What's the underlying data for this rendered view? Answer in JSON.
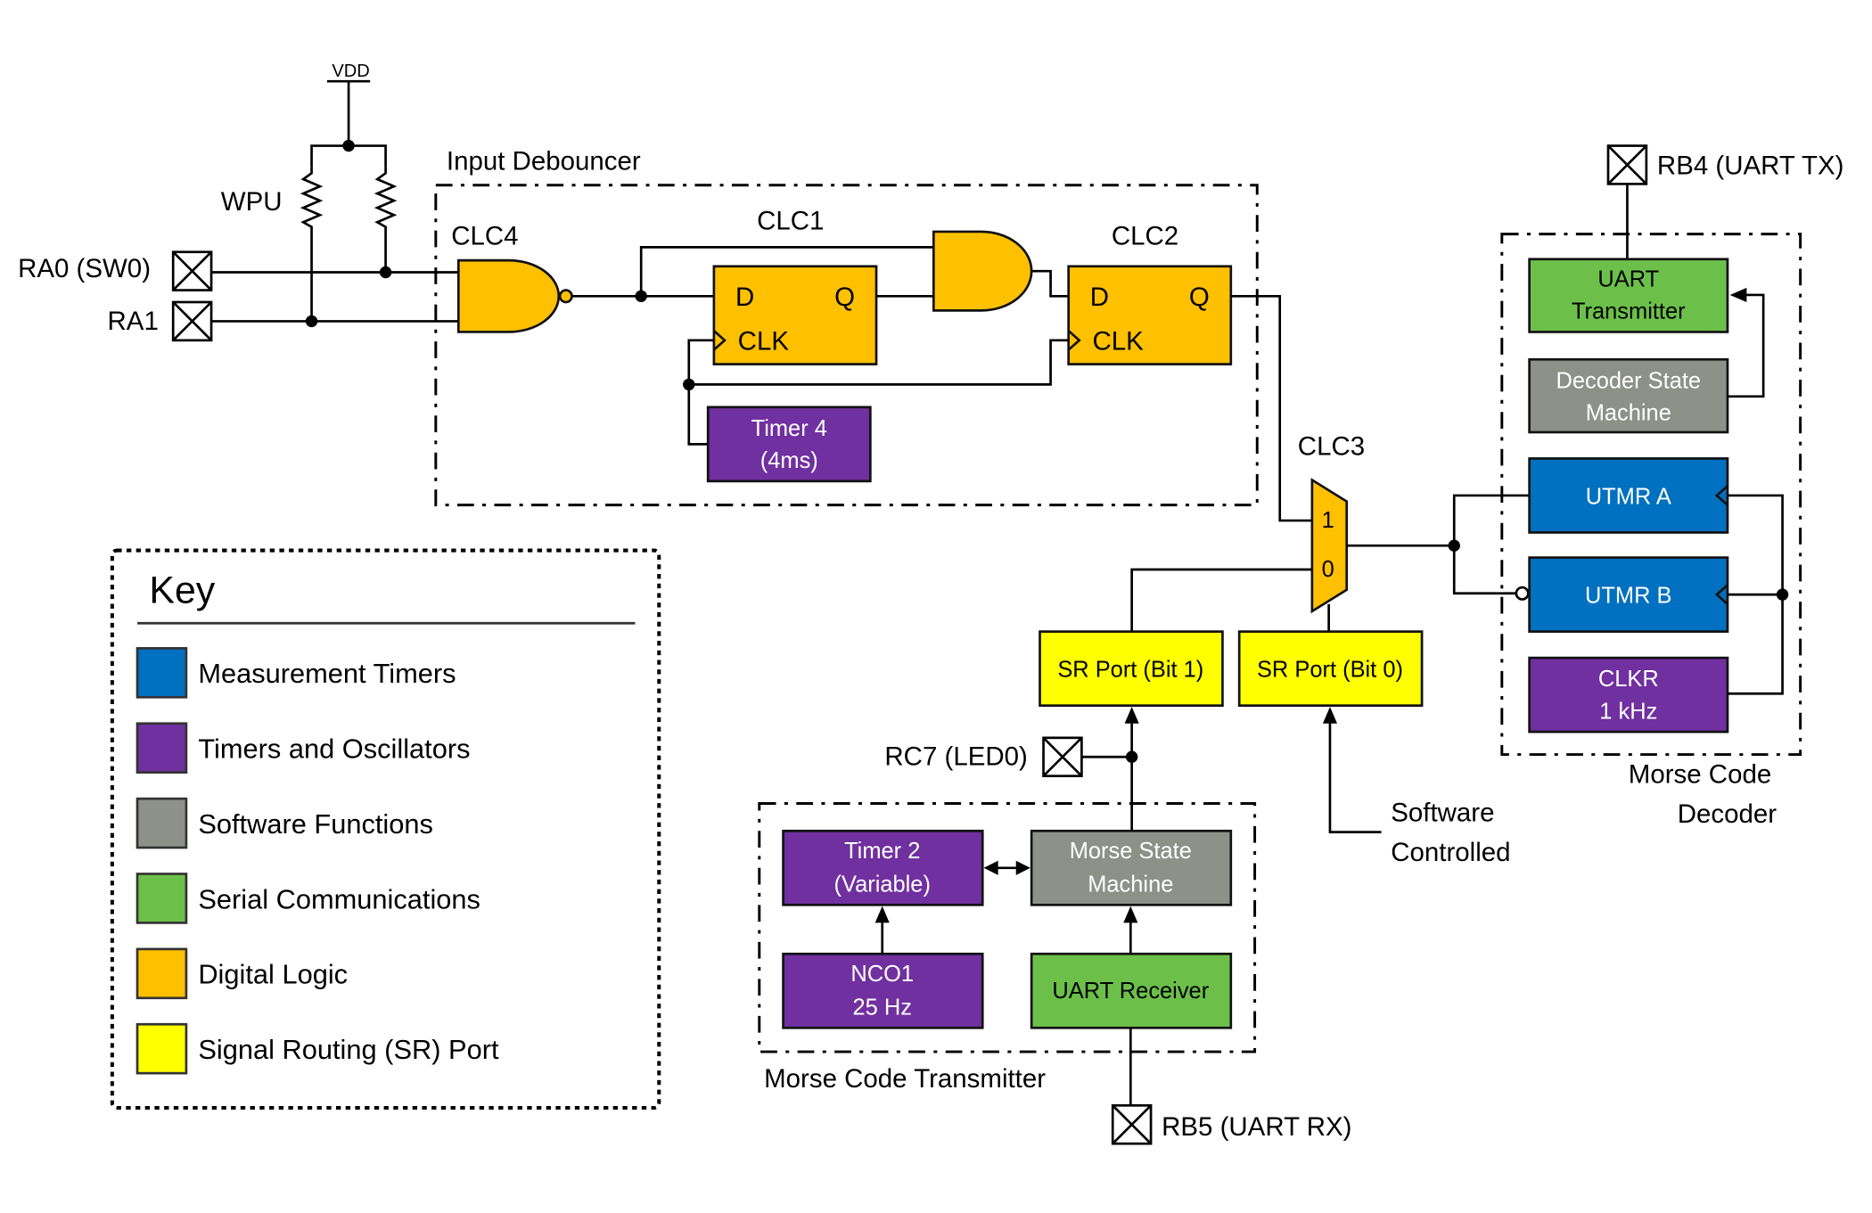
{
  "colors": {
    "measurement_timers": "#0070c0",
    "timers_oscillators": "#7030a0",
    "software_functions": "#8e9189",
    "serial_communications": "#6cc04a",
    "digital_logic": "#ffc000",
    "sr_port": "#ffff00"
  },
  "power": {
    "vdd": "VDD",
    "wpu": "WPU"
  },
  "pins": {
    "ra0": "RA0 (SW0)",
    "ra1": "RA1",
    "rb4": "RB4 (UART TX)",
    "rc7": "RC7 (LED0)",
    "rb5": "RB5 (UART RX)"
  },
  "groups": {
    "input_debouncer": "Input Debouncer",
    "morse_transmitter": "Morse Code Transmitter",
    "morse_decoder_line1": "Morse Code",
    "morse_decoder_line2": "Decoder"
  },
  "logic": {
    "clc4": "CLC4",
    "clc1": "CLC1",
    "clc2": "CLC2",
    "clc3": "CLC3",
    "d": "D",
    "q": "Q",
    "clk": "CLK",
    "mux_in1": "1",
    "mux_in0": "0"
  },
  "blocks": {
    "timer4": [
      "Timer 4",
      "(4ms)"
    ],
    "sr_bit1": "SR Port (Bit 1)",
    "sr_bit0": "SR Port (Bit 0)",
    "timer2": [
      "Timer 2",
      "(Variable)"
    ],
    "morse_sm": [
      "Morse State",
      "Machine"
    ],
    "nco1": [
      "NCO1",
      "25 Hz"
    ],
    "uart_rx": "UART Receiver",
    "uart_tx": [
      "UART",
      "Transmitter"
    ],
    "decoder_sm": [
      "Decoder State",
      "Machine"
    ],
    "utmr_a": "UTMR A",
    "utmr_b": "UTMR B",
    "clkr": [
      "CLKR",
      "1 kHz"
    ]
  },
  "software_controlled": [
    "Software",
    "Controlled"
  ],
  "key": {
    "title": "Key",
    "items": [
      {
        "label": "Measurement Timers",
        "color": "#0070c0"
      },
      {
        "label": "Timers and Oscillators",
        "color": "#7030a0"
      },
      {
        "label": "Software Functions",
        "color": "#8e9189"
      },
      {
        "label": "Serial Communications",
        "color": "#6cc04a"
      },
      {
        "label": "Digital Logic",
        "color": "#ffc000"
      },
      {
        "label": "Signal Routing (SR) Port",
        "color": "#ffff00"
      }
    ]
  }
}
